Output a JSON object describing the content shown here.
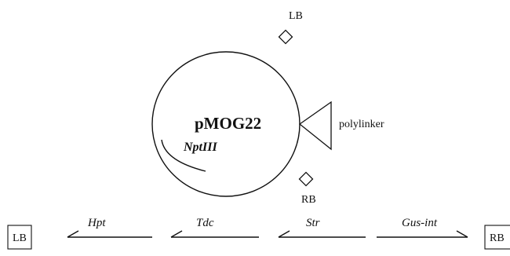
{
  "plasmid": {
    "name": "pMOG22",
    "gene": "NptIII",
    "lb_label": "LB",
    "rb_label": "RB",
    "polylinker_label": "polylinker"
  },
  "construct": {
    "left_border": "LB",
    "right_border": "RB",
    "genes": [
      {
        "name": "Hpt",
        "direction": "left"
      },
      {
        "name": "Tdc",
        "direction": "left"
      },
      {
        "name": "Str",
        "direction": "left"
      },
      {
        "name": "Gus-int",
        "direction": "right"
      }
    ]
  }
}
